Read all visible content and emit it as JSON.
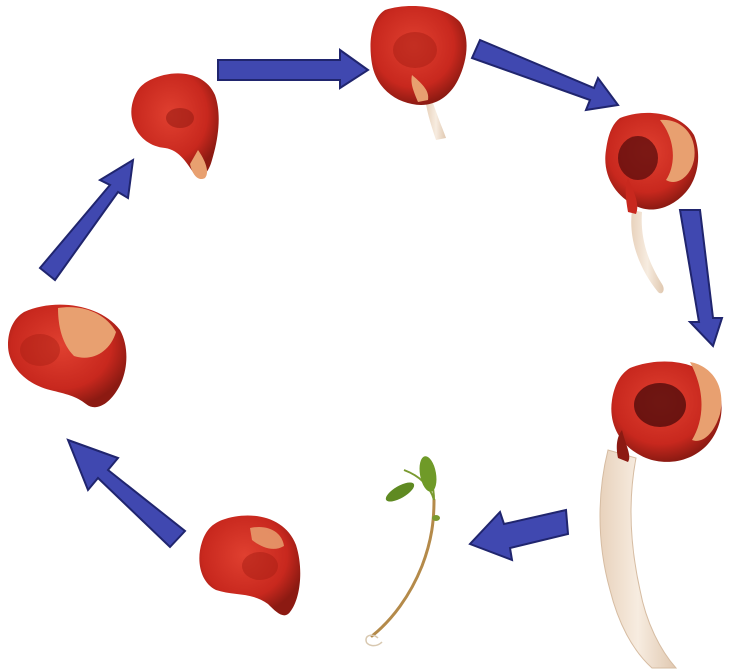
{
  "colors": {
    "background": "#ffffff",
    "arrow_fill": "#4048b0",
    "arrow_stroke": "#20256e",
    "seed_coat": "#c8281e",
    "seed_coat_dark": "#7a1010",
    "seed_inner": "#e8a070",
    "radicle": "#f2e0cc",
    "seedling_stem": "#b48a4a",
    "seedling_leaf": "#5f8a22"
  },
  "icons": {
    "arrow": "arrow-icon",
    "seed": "seed-icon",
    "seedling": "seedling-icon"
  },
  "stages": [
    {
      "stage": "seed"
    },
    {
      "stage": "seed"
    },
    {
      "stage": "seed-with-short-radicle"
    },
    {
      "stage": "seed-with-radicle"
    },
    {
      "stage": "seed-with-long-root"
    },
    {
      "stage": "seedling"
    },
    {
      "stage": "seed"
    }
  ]
}
